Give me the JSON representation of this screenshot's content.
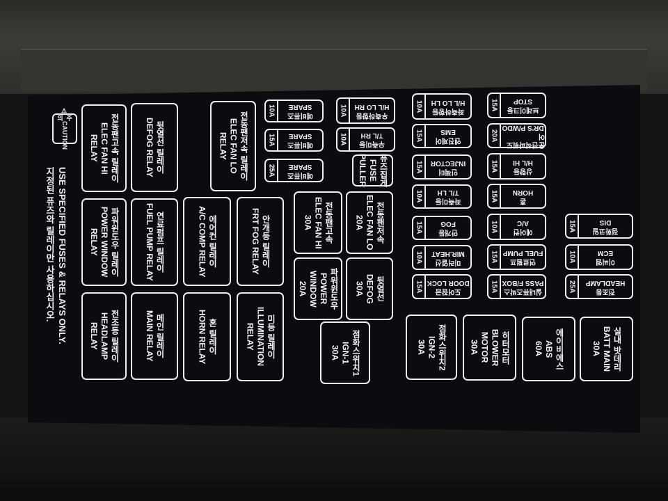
{
  "caution": {
    "icon": "warning-triangle-icon",
    "korean": "주 의",
    "label": "CAUTION",
    "english": "USE SPECIFIED FUSES & RELAYS ONLY.",
    "korean_text": "지정된 퓨즈와 릴레이만 사용하십시오."
  },
  "relays": [
    {
      "korean": "전동팬고속 릴레이",
      "lines": [
        "ELEC FAN HI",
        "RELAY"
      ]
    },
    {
      "korean": "파워윈도우 릴레이",
      "lines": [
        "POWER WINDOW",
        "RELAY"
      ]
    },
    {
      "korean": "전조등 릴레이",
      "lines": [
        "HEADLAMP",
        "RELAY"
      ]
    },
    {
      "korean": "뒷열선 릴레이",
      "lines": [
        "DEFOG RELAY"
      ]
    },
    {
      "korean": "연료펌프 릴레이",
      "lines": [
        "FUEL PUMP RELAY"
      ]
    },
    {
      "korean": "메인 릴레이",
      "lines": [
        "MAIN RELAY"
      ]
    },
    {
      "korean": "에어컨 릴레이",
      "lines": [
        "A/C COMP RELAY"
      ]
    },
    {
      "korean": "혼 릴레이",
      "lines": [
        "HORN RELAY"
      ]
    },
    {
      "korean": "전동팬저속 릴레이",
      "lines": [
        "ELEC FAN LO",
        "RELAY"
      ]
    },
    {
      "korean": "안개등 릴레이",
      "lines": [
        "FRT FOG RELAY"
      ]
    },
    {
      "korean": "미등 릴레이",
      "lines": [
        "ILLUMINATION",
        "RELAY"
      ]
    }
  ],
  "large_fuses": [
    {
      "korean": "전동팬고속",
      "lines": [
        "ELEC FAN HI",
        "30A"
      ]
    },
    {
      "korean": "파워윈도우",
      "lines": [
        "POWER WINDOW",
        "20A"
      ]
    },
    {
      "korean": "전동팬저속",
      "lines": [
        "ELEC FAN LO",
        "20A"
      ]
    },
    {
      "korean": "뒷열선",
      "lines": [
        "DEFOG",
        "30A"
      ]
    },
    {
      "korean": "점화스위치1",
      "lines": [
        "IGN-1",
        "30A"
      ]
    },
    {
      "korean": "퓨즈집게",
      "lines": [
        "FUSE",
        "PULLER"
      ]
    },
    {
      "korean": "점화스위치2",
      "lines": [
        "IGN-2",
        "30A"
      ]
    },
    {
      "korean": "히터모터",
      "lines": [
        "BLOWER MOTOR",
        "30A"
      ]
    },
    {
      "korean": "에이비에스",
      "lines": [
        "ABS",
        "60A"
      ]
    },
    {
      "korean": "실내 밧데리",
      "lines": [
        "BATT MAIN",
        "30A"
      ]
    }
  ],
  "mini_fuses": [
    {
      "amps": "10A",
      "korean": "예비퓨즈",
      "label": "SPARE"
    },
    {
      "amps": "15A",
      "korean": "예비퓨즈",
      "label": "SPARE"
    },
    {
      "amps": "25A",
      "korean": "예비퓨즈",
      "label": "SPARE"
    },
    {
      "amps": "10A",
      "korean": "우측하향등",
      "label": "H/L LO RH"
    },
    {
      "amps": "10A",
      "korean": "우측미등",
      "label": "T/L RH"
    },
    {
      "amps": "10A",
      "korean": "좌측하향등",
      "label": "H/L LO LH"
    },
    {
      "amps": "15A",
      "korean": "엔진제어",
      "label": "EMS"
    },
    {
      "amps": "15A",
      "korean": "인젝터",
      "label": "INJECTOR"
    },
    {
      "amps": "10A",
      "korean": "좌측미등",
      "label": "T/L LH"
    },
    {
      "amps": "15A",
      "korean": "안개등",
      "label": "FOG"
    },
    {
      "amps": "10A",
      "korean": "미러열선",
      "label": "MIR.HEAT"
    },
    {
      "amps": "15A",
      "korean": "도어잠금",
      "label": "DOOR LOCK"
    },
    {
      "amps": "15A",
      "korean": "브레이크등",
      "label": "STOP"
    },
    {
      "amps": "20A",
      "korean": "운전석파워도어",
      "label": "DR'S P/WDO"
    },
    {
      "amps": "15A",
      "korean": "상향등",
      "label": "H/L HI"
    },
    {
      "amps": "15A",
      "korean": "혼",
      "label": "HORN"
    },
    {
      "amps": "10A",
      "korean": "에어컨",
      "label": "A/C"
    },
    {
      "amps": "15A",
      "korean": "연료펌프",
      "label": "FUEL PUMP"
    },
    {
      "amps": "15A",
      "korean": "실내퓨즈박스",
      "label": "PASS F/BOX"
    },
    {
      "amps": "15A",
      "korean": "점화코일",
      "label": "DIS"
    },
    {
      "amps": "10A",
      "korean": "이씨엠",
      "label": "ECM"
    },
    {
      "amps": "25A",
      "korean": "전조등",
      "label": "HEADLAMP"
    }
  ]
}
